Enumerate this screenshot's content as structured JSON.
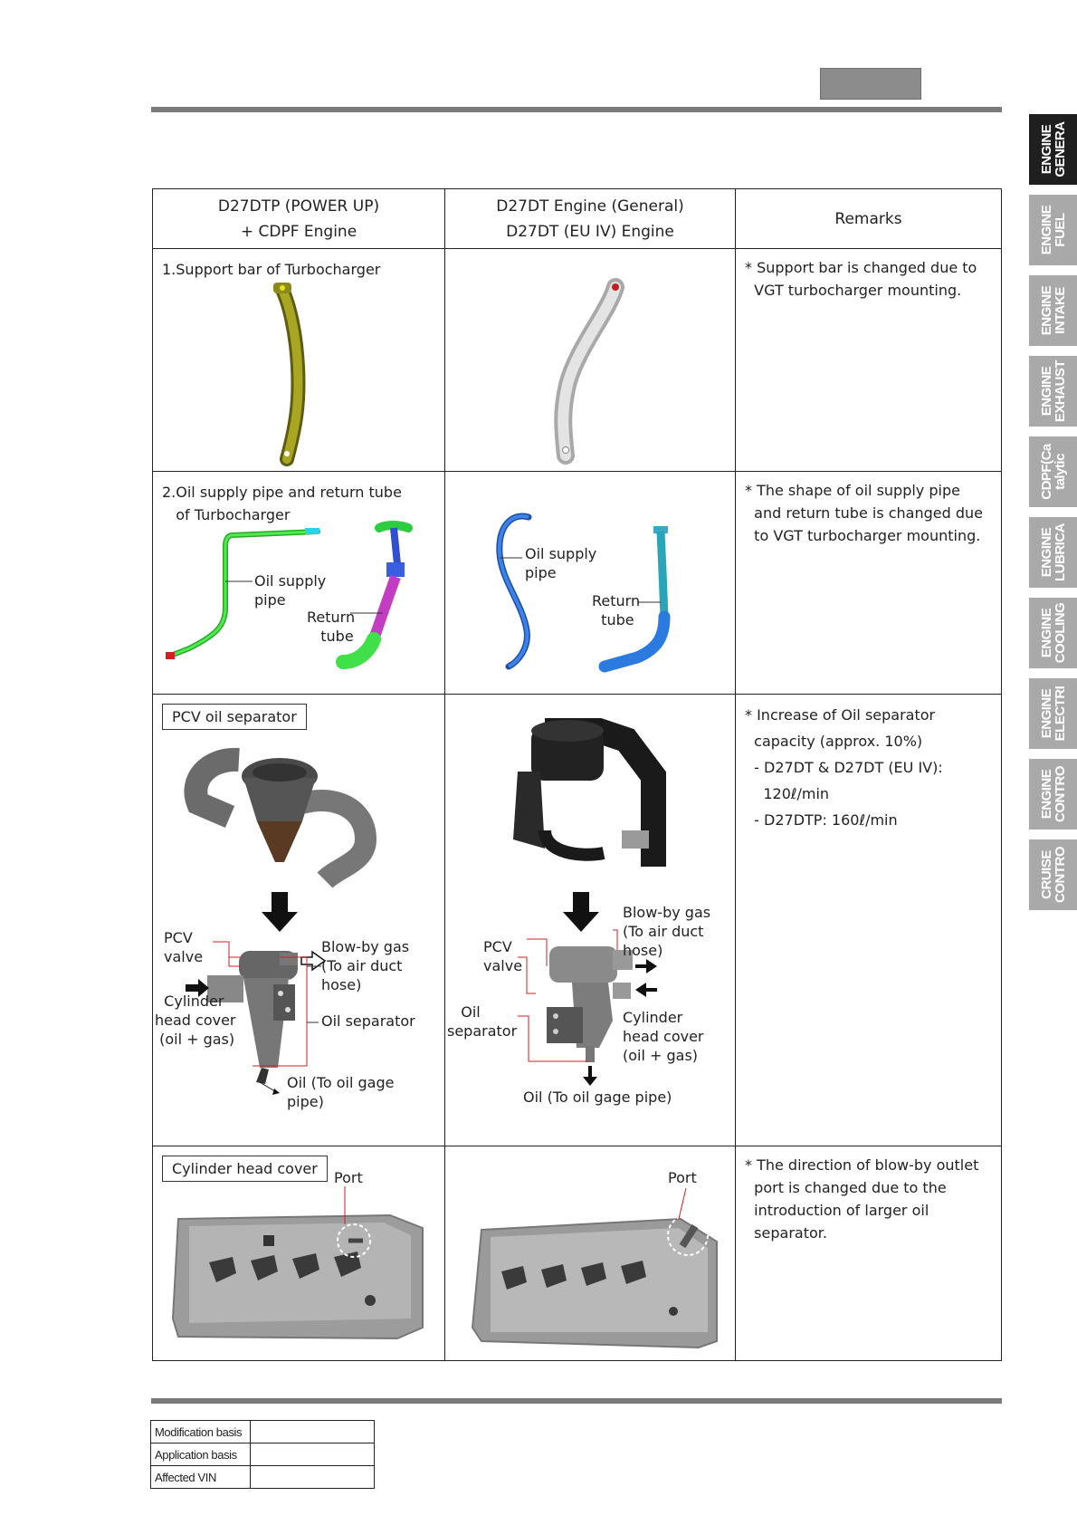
{
  "side_tabs": [
    {
      "label": "ENGINE\nGENERA",
      "active": true
    },
    {
      "label": "ENGINE\nFUEL",
      "active": false
    },
    {
      "label": "ENGINE\nINTAKE",
      "active": false
    },
    {
      "label": "ENGINE\nEXHAUST",
      "active": false
    },
    {
      "label": "CDPF(Ca\ntalytic",
      "active": false
    },
    {
      "label": "ENGINE\nLUBRICA",
      "active": false
    },
    {
      "label": "ENGINE\nCOOLING",
      "active": false
    },
    {
      "label": "ENGINE\nELECTRI",
      "active": false
    },
    {
      "label": "ENGINE\nCONTRO",
      "active": false
    },
    {
      "label": "CRUISE\nCONTRO",
      "active": false
    }
  ],
  "table": {
    "headers": {
      "col1": [
        "D27DTP (POWER UP)",
        "+ CDPF Engine"
      ],
      "col2": [
        "D27DT Engine (General)",
        "D27DT (EU IV) Engine"
      ],
      "col3": "Remarks"
    },
    "row1": {
      "title": "1.Support bar of Turbocharger",
      "remark": [
        "* Support bar is changed due to",
        "  VGT turbocharger mounting."
      ]
    },
    "row2": {
      "title": "2.Oil supply pipe and return tube\n   of Turbocharger",
      "left_oil_supply": "Oil supply\npipe",
      "left_return": "Return\n   tube",
      "right_oil_supply": "Oil supply\npipe",
      "right_return": "Return\n  tube",
      "remark": [
        "* The shape of oil supply pipe",
        "  and return tube is changed due",
        "  to VGT turbocharger mounting."
      ]
    },
    "row3": {
      "box_label": "PCV oil separator",
      "left": {
        "pcv_valve": "PCV\nvalve",
        "blow_by": "Blow-by gas\n(To air duct\nhose)",
        "cylinder_head": "  Cylinder\nhead cover\n (oil + gas)",
        "oil_separator": "Oil separator",
        "oil_out": "Oil (To oil gage\npipe)"
      },
      "right": {
        "blow_by": "Blow-by gas\n(To air duct\nhose)",
        "pcv_valve": "PCV\nvalve",
        "oil_separator": "   Oil\nseparator",
        "cylinder_head": "Cylinder\nhead cover\n(oil + gas)",
        "oil_out": "Oil (To oil gage pipe)"
      },
      "remark": [
        "* Increase of Oil separator",
        "  capacity (approx. 10%)",
        "  - D27DT & D27DT (EU IV):",
        "    120ℓ/min",
        "  - D27DTP: 160ℓ/min"
      ]
    },
    "row4": {
      "box_label": "Cylinder head cover",
      "left_port": "Port",
      "right_port": "Port",
      "remark": [
        "* The direction of blow-by outlet",
        "  port is changed due to the",
        "  introduction of larger oil",
        "  separator."
      ]
    }
  },
  "modification_table": [
    {
      "key": "Modification basis",
      "value": ""
    },
    {
      "key": "Application basis",
      "value": ""
    },
    {
      "key": "Affected VIN",
      "value": ""
    }
  ],
  "colors": {
    "support_bar_new": "#8c8a1a",
    "support_bar_old": "#d6d6d6",
    "oil_pipe_new": "#3fd63f",
    "return_tube_new": "#c23dc2",
    "pipe_old": "#2f6fd0"
  }
}
